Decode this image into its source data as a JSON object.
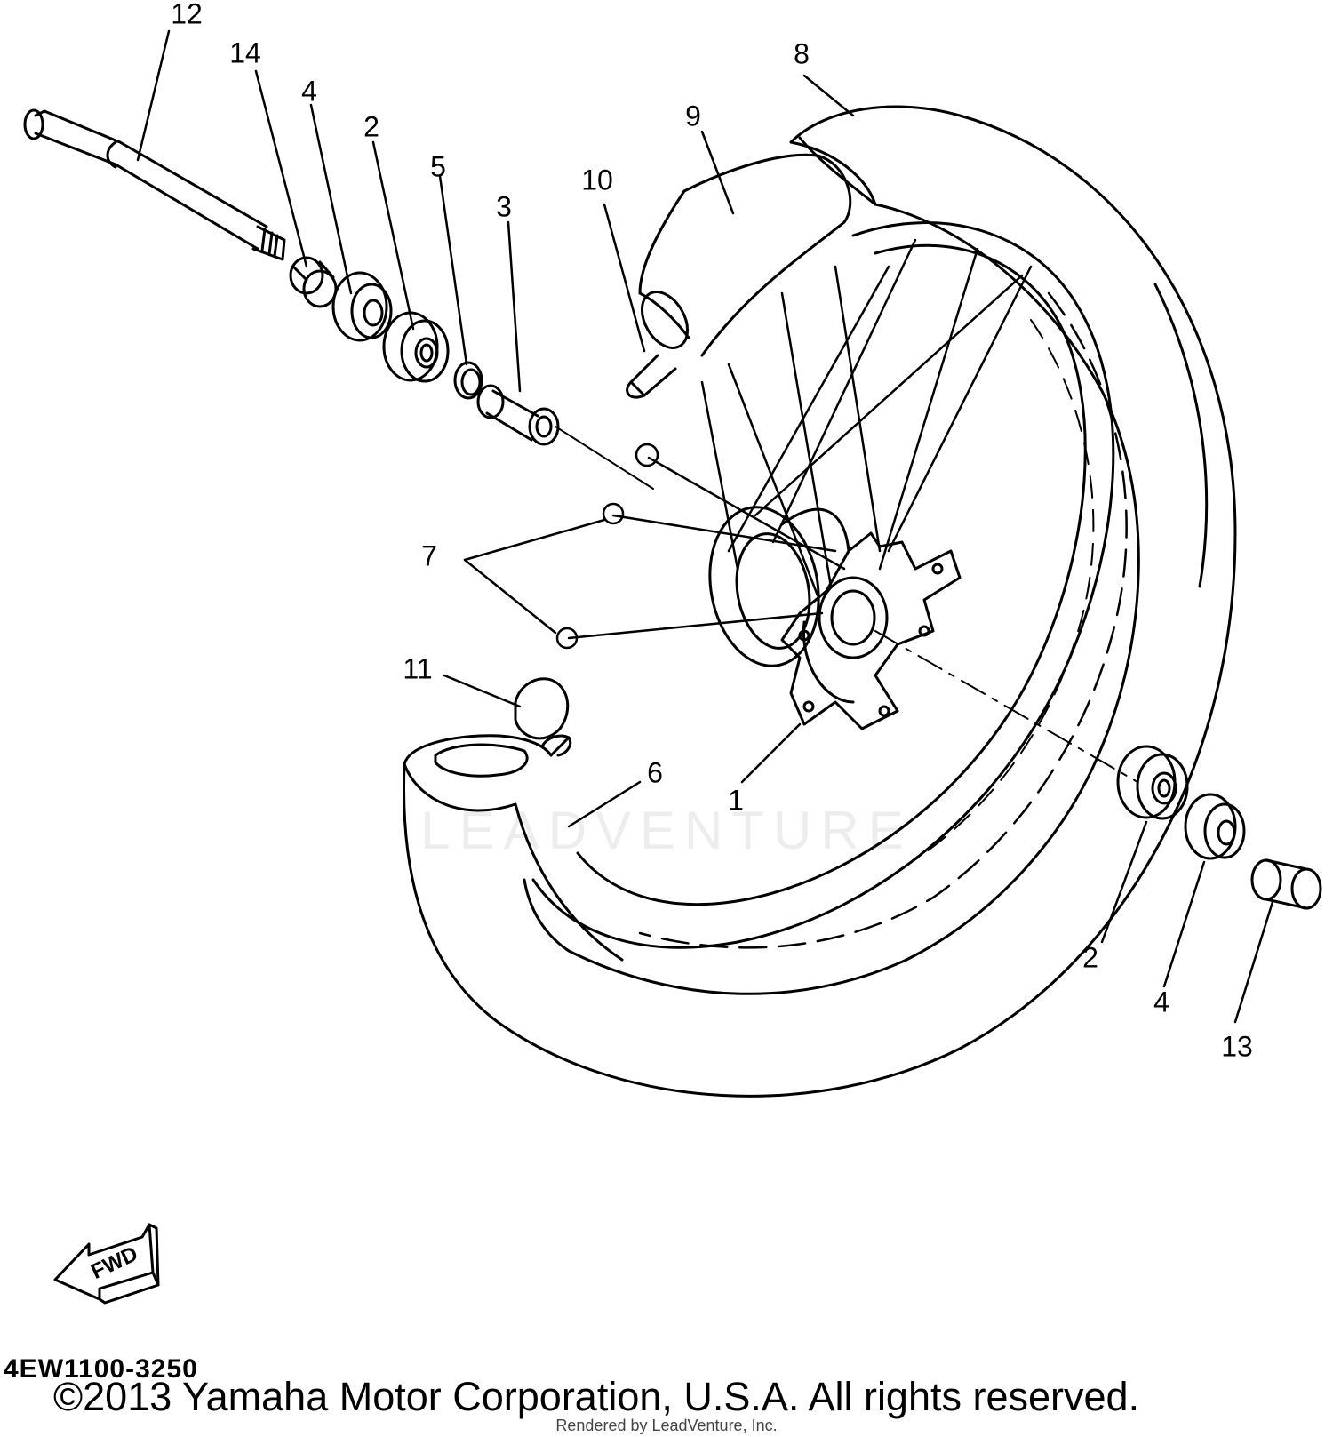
{
  "diagram": {
    "part_labels": [
      "12",
      "14",
      "4",
      "2",
      "5",
      "3",
      "10",
      "9",
      "8",
      "7",
      "11",
      "6",
      "1",
      "2",
      "4",
      "13"
    ],
    "direction_badge": "FWD",
    "watermark": "LEADVENTURE"
  },
  "footer": {
    "part_code": "4EW1100-3250",
    "copyright": "©2013 Yamaha Motor Corporation, U.S.A. All rights reserved.",
    "rendered_by": "Rendered by LeadVenture, Inc."
  }
}
